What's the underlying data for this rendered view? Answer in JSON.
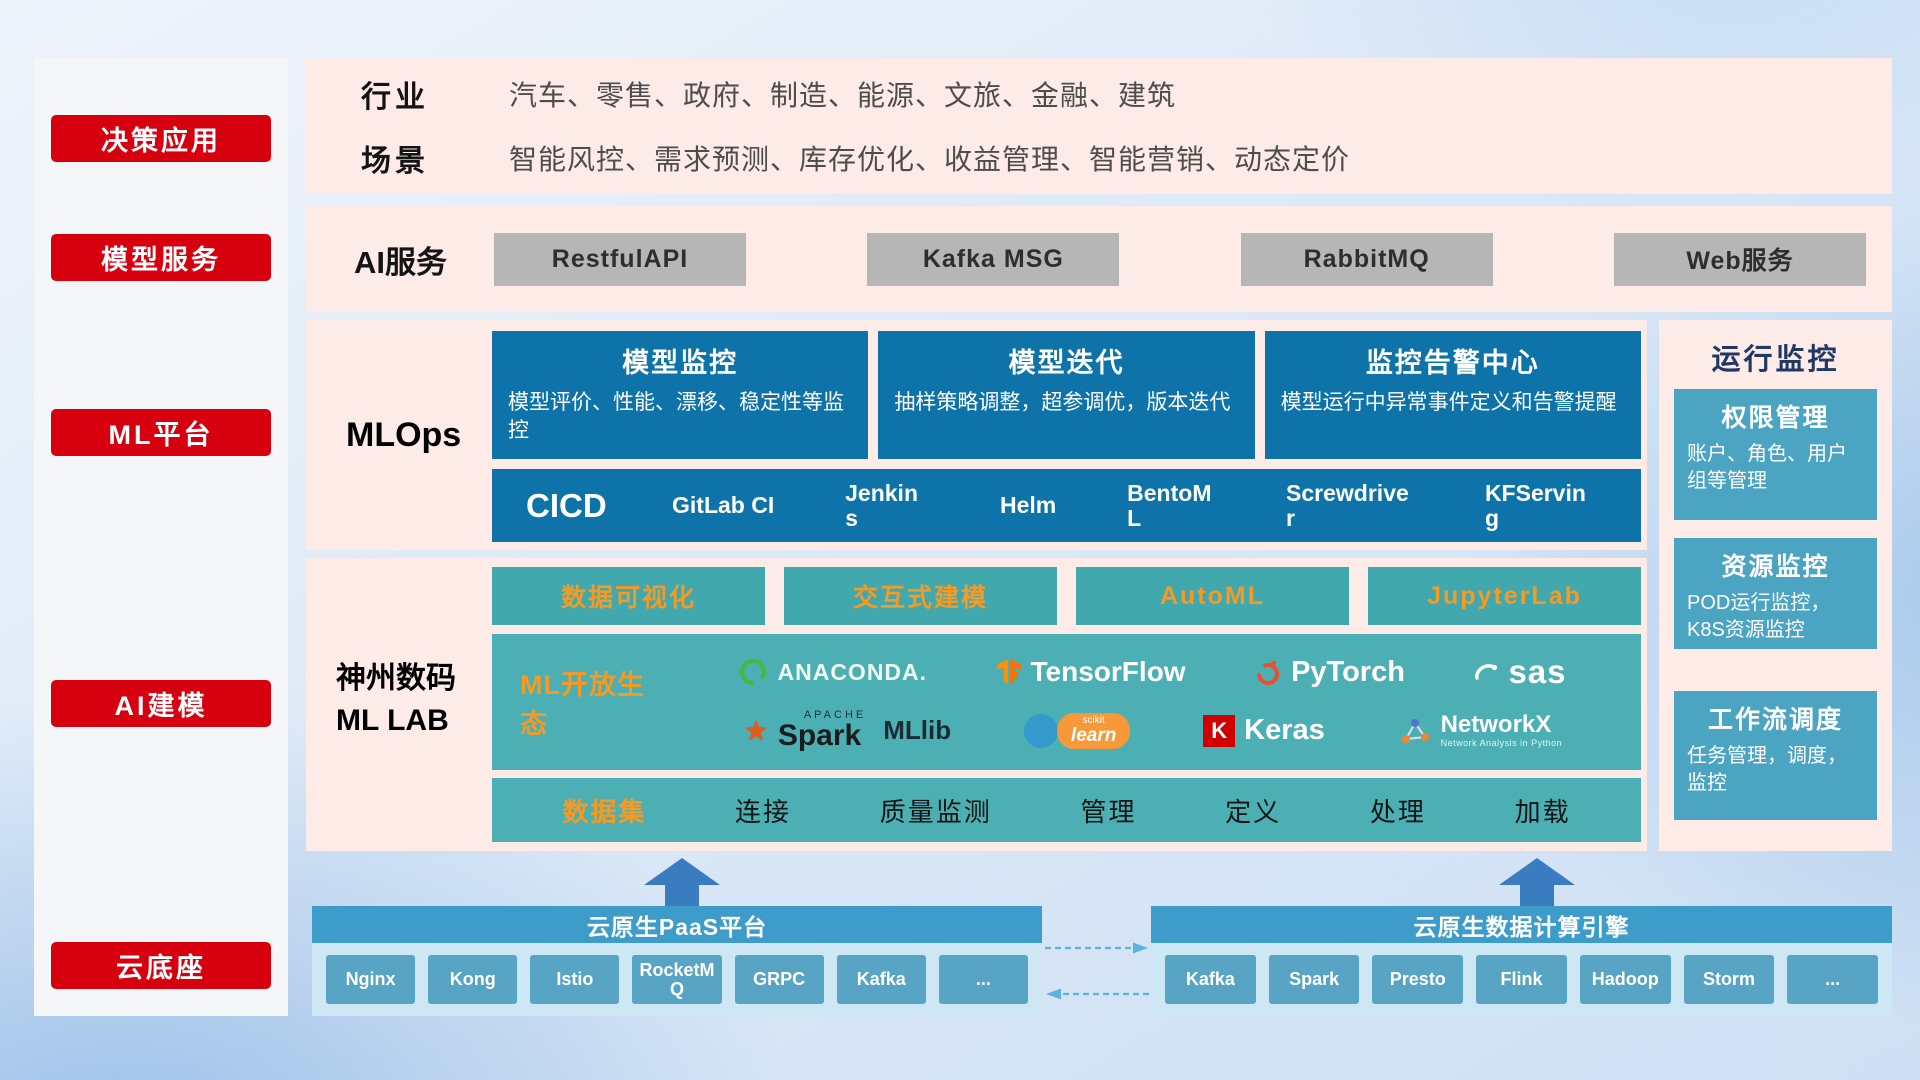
{
  "sidebar": {
    "items": [
      {
        "label": "决策应用"
      },
      {
        "label": "模型服务"
      },
      {
        "label": "ML平台"
      },
      {
        "label": "AI建模"
      },
      {
        "label": "云底座"
      }
    ]
  },
  "application_row": {
    "industry_label": "行业",
    "industry_text": "汽车、零售、政府、制造、能源、文旅、金融、建筑",
    "scene_label": "场景",
    "scene_text": "智能风控、需求预测、库存优化、收益管理、智能营销、动态定价"
  },
  "service_row": {
    "label": "AI服务",
    "services": [
      "RestfulAPI",
      "Kafka MSG",
      "RabbitMQ",
      "Web服务"
    ]
  },
  "mlops": {
    "label": "MLOps",
    "cards": [
      {
        "title": "模型监控",
        "desc": "模型评价、性能、漂移、稳定性等监控"
      },
      {
        "title": "模型迭代",
        "desc": "抽样策略调整，超参调优，版本迭代"
      },
      {
        "title": "监控告警中心",
        "desc": "模型运行中异常事件定义和告警提醒"
      }
    ],
    "cicd_label": "CICD",
    "cicd_tools": [
      "GitLab CI",
      "Jenkins",
      "Helm",
      "BentoML",
      "Screwdriver",
      "KFServing"
    ]
  },
  "monitor_panel": {
    "title": "运行监控",
    "cards": [
      {
        "title": "权限管理",
        "desc": "账户、角色、用户组等管理"
      },
      {
        "title": "资源监控",
        "desc": "POD运行监控，K8S资源监控"
      },
      {
        "title": "工作流调度",
        "desc": "任务管理，调度，监控"
      }
    ]
  },
  "mllab": {
    "label_line1": "神州数码",
    "label_line2": "ML LAB",
    "tools": [
      "数据可视化",
      "交互式建模",
      "AutoML",
      "JupyterLab"
    ],
    "ecosystem_label": "ML开放生态",
    "logos": {
      "anaconda": "ANACONDA.",
      "tensorflow": "TensorFlow",
      "pytorch": "PyTorch",
      "sas": "sas",
      "spark_small": "APACHE",
      "spark": "Spark",
      "mllib": "MLlib",
      "scikit_small": "scikit",
      "scikit": "learn",
      "keras_k": "K",
      "keras": "Keras",
      "networkx": "NetworkX",
      "networkx_sub": "Network Analysis in Python"
    },
    "dataset_label": "数据集",
    "dataset_items": [
      "连接",
      "质量监测",
      "管理",
      "定义",
      "处理",
      "加载"
    ]
  },
  "cloud": {
    "paas_title": "云原生PaaS平台",
    "paas_items": [
      "Nginx",
      "Kong",
      "Istio",
      "RocketMQ",
      "GRPC",
      "Kafka",
      "..."
    ],
    "engine_title": "云原生数据计算引擎",
    "engine_items": [
      "Kafka",
      "Spark",
      "Presto",
      "Flink",
      "Hadoop",
      "Storm",
      "..."
    ]
  },
  "colors": {
    "badge_red": "#d6000f",
    "panel_pink": "#fcebe7",
    "mlops_blue": "#0d73a9",
    "teal": "#4cafb4",
    "monitor_teal": "#4ca4c3",
    "accent_orange": "#f59a23",
    "cloud_header_blue": "#3e9ccb",
    "arrow_blue": "#3a7cc0"
  }
}
